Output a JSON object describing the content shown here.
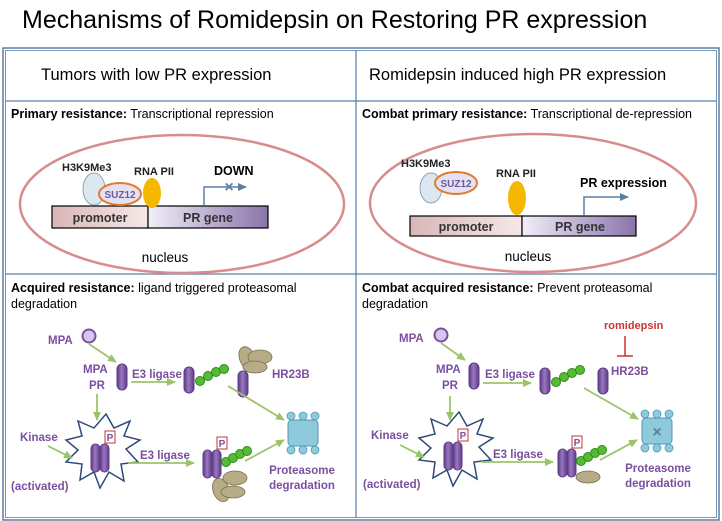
{
  "title": "Mechanisms of Romidepsin on Restoring PR expression",
  "left": {
    "header": "Tumors with low PR expression",
    "primary_bold": "Primary resistance:",
    "primary_text": " Transcriptional repression",
    "acquired_bold": "Acquired resistance:",
    "acquired_text": " ligand triggered proteasomal degradation"
  },
  "right": {
    "header": "Romidepsin induced high PR expression",
    "primary_bold": "Combat primary resistance:",
    "primary_text": " Transcriptional de-repression",
    "acquired_bold": "Combat acquired resistance:",
    "acquired_text": " Prevent proteasomal degradation"
  },
  "labels": {
    "h3k9me3": "H3K9Me3",
    "suz12": "SUZ12",
    "rna_pii": "RNA PII",
    "down": "DOWN",
    "pr_expression": "PR expression",
    "promoter": "promoter",
    "pr_gene": "PR gene",
    "nucleus": "nucleus",
    "mpa": "MPA",
    "mpa_pr_1": "MPA",
    "mpa_pr_2": "PR",
    "e3_ligase": "E3 ligase",
    "hr23b": "HR23B",
    "kinase": "Kinase",
    "activated": "(activated)",
    "p": "P",
    "proteasome_1": "Proteasome",
    "proteasome_2": "degradation",
    "romidepsin": "romidepsin"
  },
  "colors": {
    "border": "#5b7fa6",
    "nucleus": "#d98c8c",
    "purple": "#7b4fa0",
    "arrow": "#9bc46a",
    "green": "#55bb33",
    "tan": "#b6ac86",
    "proteasome": "#8ec9dc",
    "rna": "#f5b800",
    "romidepsin": "#cc3333"
  }
}
